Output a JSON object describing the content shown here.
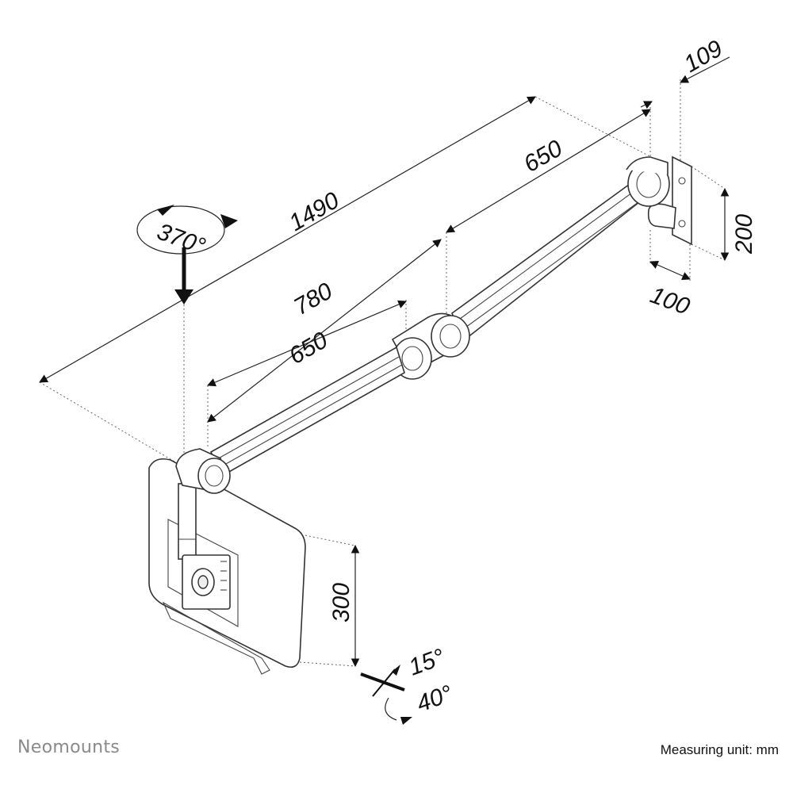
{
  "brand": "Neomounts",
  "measuring_unit": "Measuring unit: mm",
  "dimensions": {
    "overall_length": "1490",
    "outer_arm": "650",
    "inner_arm_extension": "780",
    "inner_arm": "650",
    "wall_offset": "109",
    "wall_plate_height": "200",
    "wall_plate_width": "100",
    "height_adjust": "300",
    "rotation": "370°",
    "tilt_up": "15°",
    "tilt_down": "40°"
  }
}
